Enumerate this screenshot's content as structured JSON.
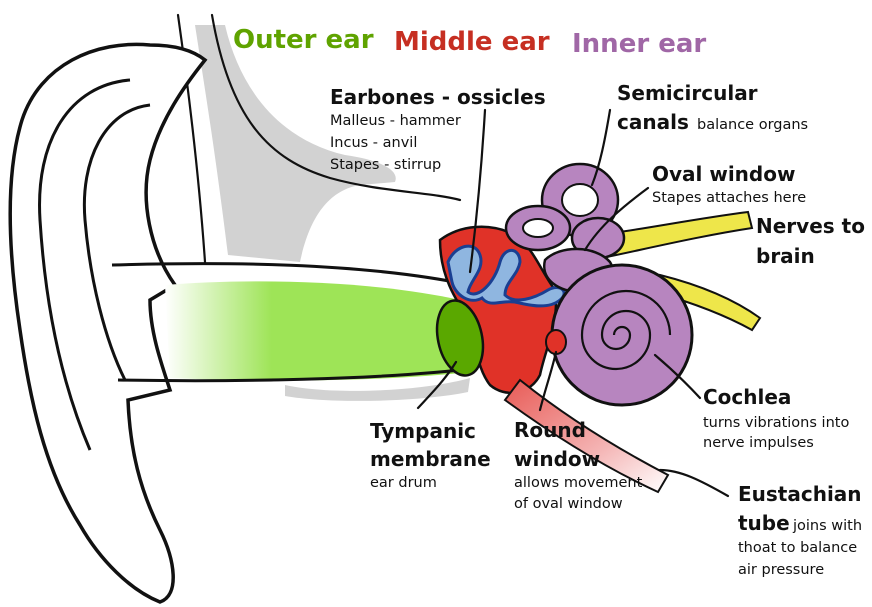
{
  "colors": {
    "outer": "#5fa300",
    "middle": "#c62f22",
    "inner": "#a067a6",
    "canal": "#9ee457",
    "tympanic": "#5aa800",
    "bone": "#d2d2d2",
    "middle_fill": "#e03228",
    "ossicle_fill": "#8fb6e0",
    "ossicle_stroke": "#1a3f92",
    "inner_fill": "#b785bf",
    "nerve": "#eee64a",
    "tube": "#f2aaaa"
  },
  "sections": {
    "outer": "Outer ear",
    "middle": "Middle ear",
    "inner": "Inner ear"
  },
  "labels": {
    "ossicles": {
      "title": "Earbones - ossicles",
      "lines": [
        "Malleus - hammer",
        "Incus - anvil",
        "Stapes - stirrup"
      ]
    },
    "semicircular": {
      "line1": "Semicircular",
      "line2_bold": "canals",
      "line2_small": "balance organs"
    },
    "oval_window": {
      "title": "Oval window",
      "note": "Stapes attaches here"
    },
    "nerves": {
      "line1": "Nerves to",
      "line2": "brain"
    },
    "cochlea": {
      "title": "Cochlea",
      "note1": "turns vibrations into",
      "note2": "nerve impulses"
    },
    "tympanic": {
      "line1": "Tympanic",
      "line2": "membrane",
      "note": "ear drum"
    },
    "round_window": {
      "line1": "Round",
      "line2": "window",
      "note1": "allows movement",
      "note2": "of oval window"
    },
    "eustachian": {
      "line1": "Eustachian",
      "line2_bold": "tube",
      "line2_small": "joins with",
      "note1": "thoat to balance",
      "note2": "air pressure"
    }
  }
}
